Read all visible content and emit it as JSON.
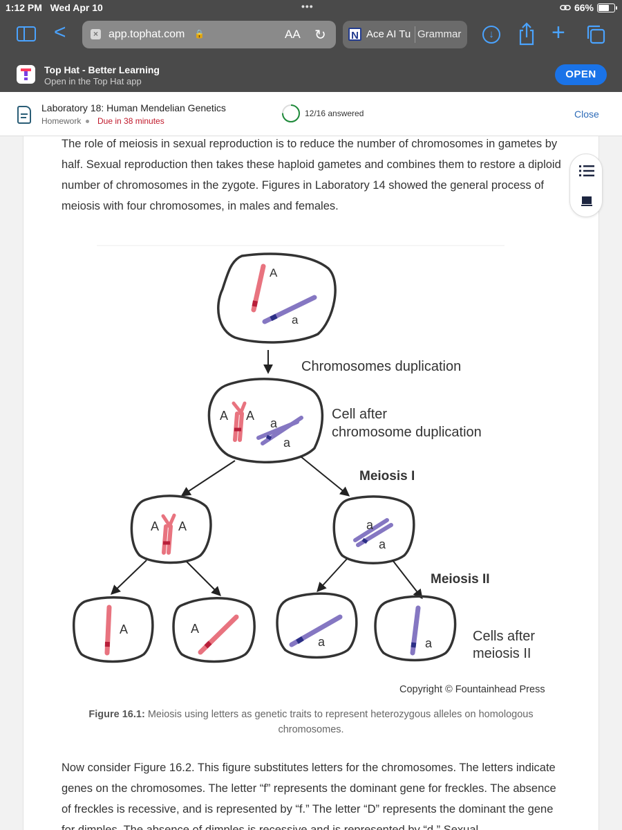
{
  "status_bar": {
    "time": "1:12 PM",
    "date": "Wed Apr 10",
    "battery": "66%",
    "battery_level": 0.66
  },
  "browser": {
    "url": "app.tophat.com",
    "text_size_label": "AA",
    "tab": {
      "title": "Ace AI Tu",
      "next_title": "Grammar"
    }
  },
  "app_banner": {
    "title": "Top Hat - Better Learning",
    "subtitle": "Open in the Top Hat app",
    "open_label": "OPEN"
  },
  "assignment": {
    "title": "Laboratory 18: Human Mendelian Genetics",
    "type": "Homework",
    "due": "Due in 38 minutes",
    "answered": "12/16 answered",
    "answered_fraction": 0.75,
    "close_label": "Close"
  },
  "content": {
    "paragraph1": "The role of meiosis in sexual reproduction is to reduce the number of chromosomes in gametes by half. Sexual reproduction then takes these haploid gametes and combines them to restore a diploid number of chromosomes in the zygote. Figures in Laboratory 14 showed the general process of meiosis with four chromosomes, in males and females.",
    "paragraph2": "Now consider Figure 16.2. This figure substitutes letters for the chromosomes. The letters indicate genes on the chromosomes. The letter “f” represents the dominant gene for freckles. The absence of freckles is recessive, and is represented by “f.” The letter “D” represents the dominant the gene for dimples. The absence of dimples is recessive and is represented by “d.” Sexual"
  },
  "figure": {
    "labels": {
      "duplication": "Chromosomes duplication",
      "cell_after_1": "Cell after",
      "cell_after_2": "chromosome duplication",
      "meiosis_1": "Meiosis I",
      "meiosis_2": "Meiosis II",
      "cells_after_1": "Cells after",
      "cells_after_2": "meiosis II",
      "copyright": "Copyright © Fountainhead Press"
    },
    "alleles": {
      "dominant": "A",
      "recessive": "a"
    },
    "colors": {
      "dominant": "#e8737f",
      "dominant_band": "#b81f3a",
      "recessive": "#8577c2",
      "recessive_band": "#2c2f86",
      "cell_stroke": "#333333"
    },
    "caption_label": "Figure 16.1:",
    "caption_text": "Meiosis using letters as genetic traits to represent heterozygous alleles on homologous chromosomes."
  },
  "icons": [
    "sidebar-icon",
    "back-icon",
    "lock-icon",
    "reload-icon",
    "download-icon",
    "share-icon",
    "plus-icon",
    "tabs-icon",
    "document-icon",
    "list-icon",
    "book-icon"
  ],
  "accent_color": "#1a73e8"
}
